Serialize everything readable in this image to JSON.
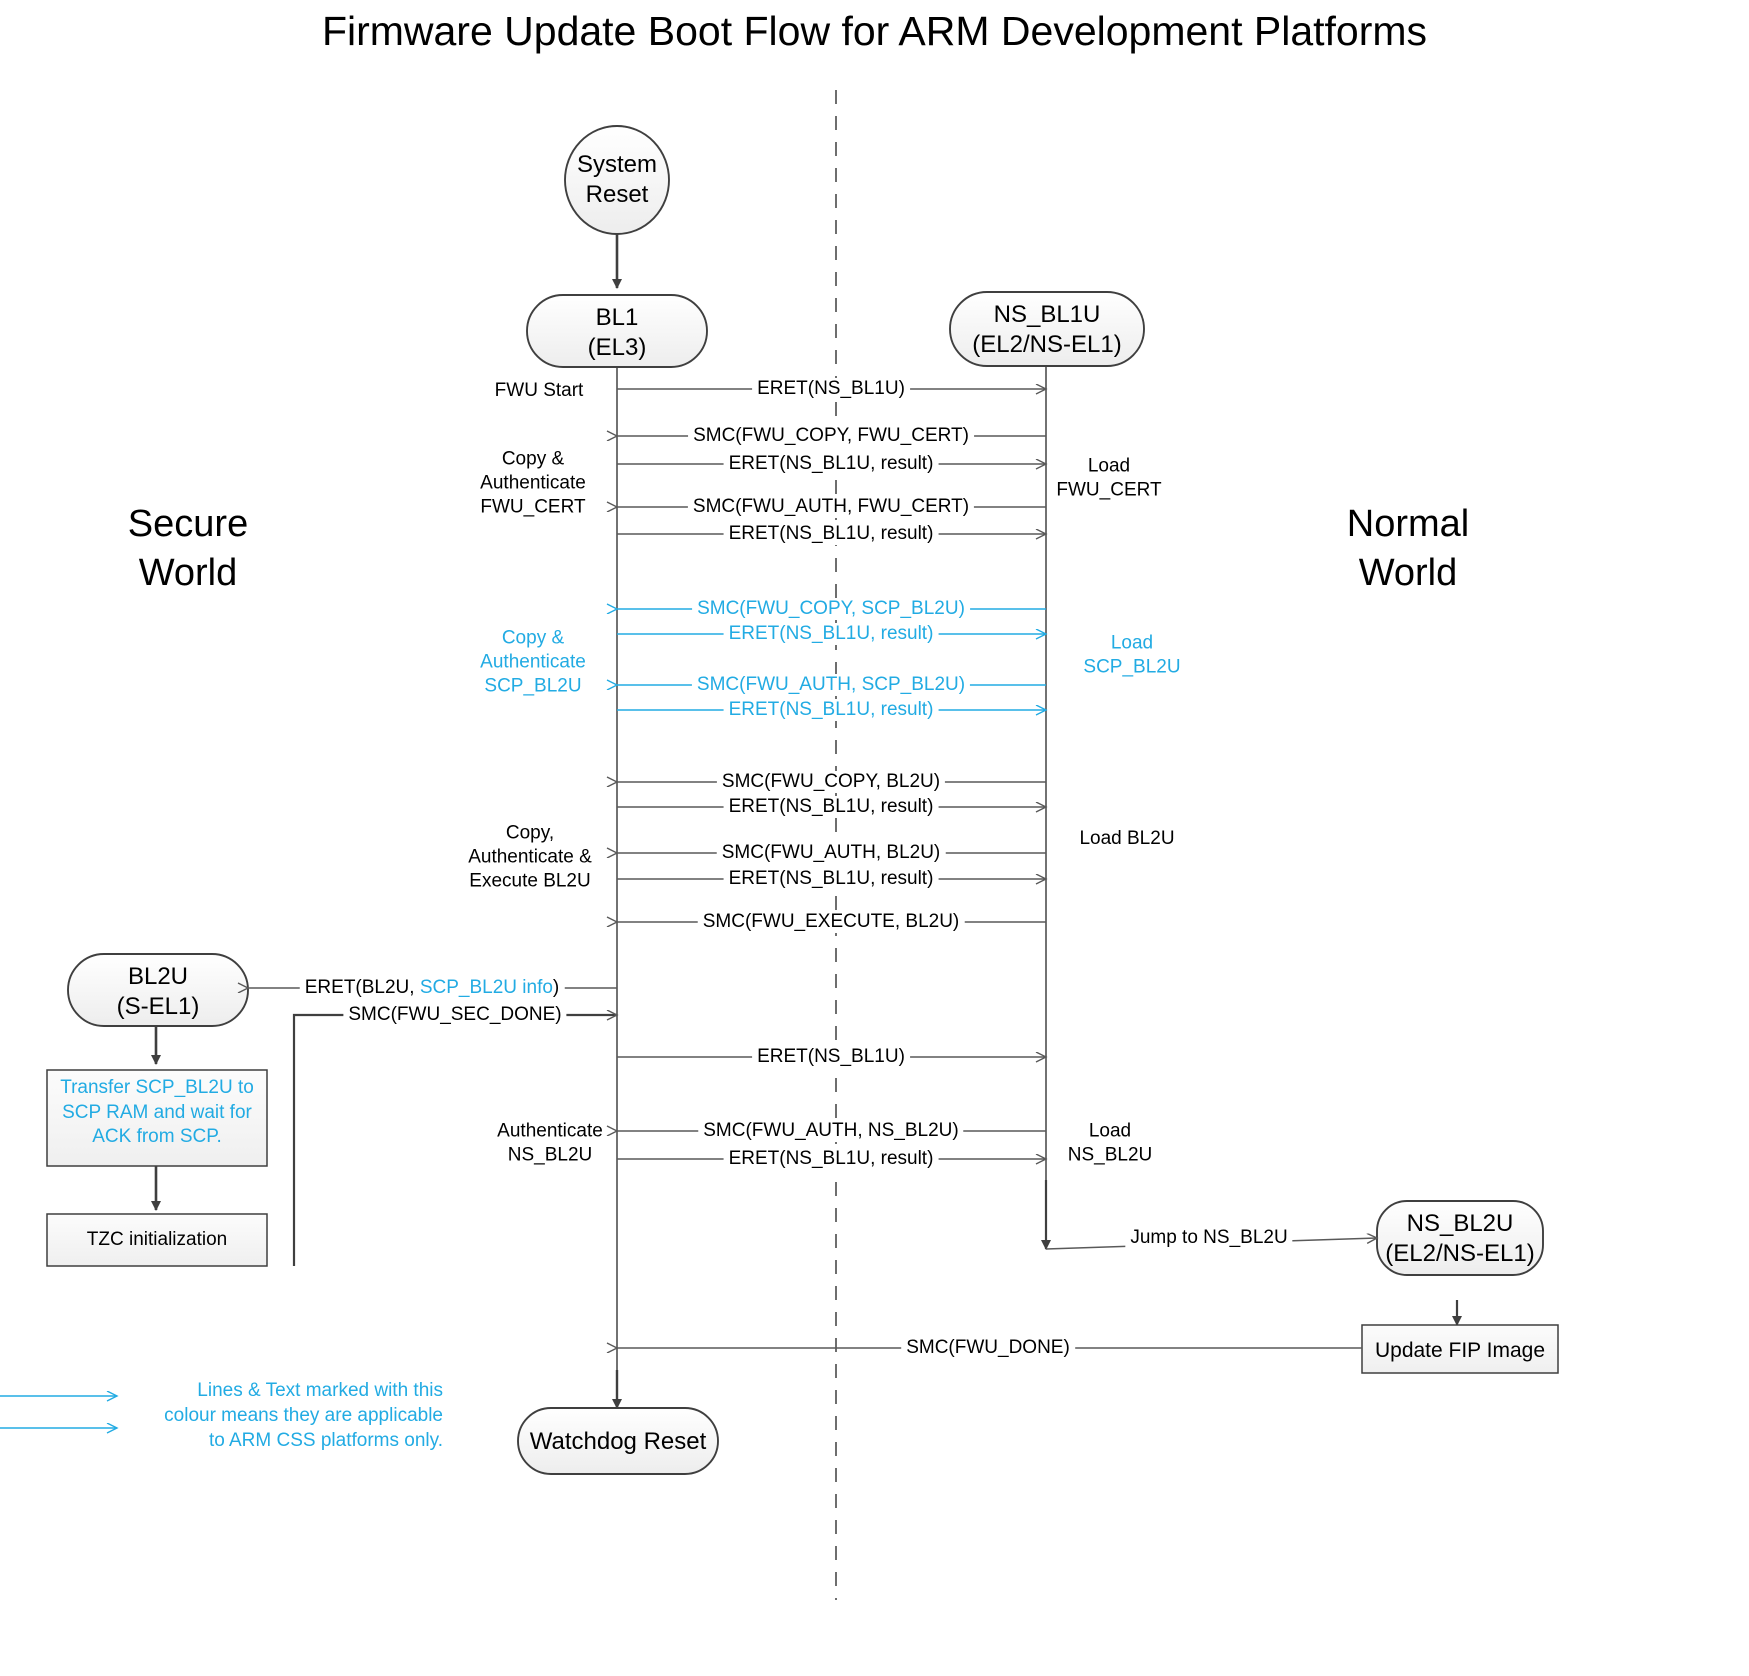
{
  "title": "Firmware Update Boot Flow for ARM Development Platforms",
  "worlds": {
    "secure": "Secure\nWorld",
    "normal": "Normal\nWorld"
  },
  "colors": {
    "css_cyan": "#22ABE3",
    "line": "#595959",
    "node_fill": "#f5f5f5",
    "node_stroke": "#3f3f3f",
    "text": "#000000"
  },
  "nodes": {
    "system_reset": {
      "line1": "System",
      "line2": "Reset"
    },
    "bl1": {
      "line1": "BL1",
      "line2": "(EL3)"
    },
    "ns_bl1u": {
      "line1": "NS_BL1U",
      "line2": "(EL2/NS-EL1)"
    },
    "bl2u": {
      "line1": "BL2U",
      "line2": "(S-EL1)"
    },
    "ns_bl2u": {
      "line1": "NS_BL2U",
      "line2": "(EL2/NS-EL1)"
    },
    "watchdog_reset": {
      "label": "Watchdog Reset"
    },
    "transfer_box": {
      "line1": "Transfer SCP_BL2U to",
      "line2": "SCP RAM and wait for",
      "line3": "ACK from SCP."
    },
    "tzc_box": {
      "label": "TZC initialization"
    },
    "update_fip_box": {
      "label": "Update FIP Image"
    }
  },
  "messages": [
    {
      "id": "m1",
      "label": "ERET(NS_BL1U)",
      "cyan": false
    },
    {
      "id": "m2",
      "label": "SMC(FWU_COPY, FWU_CERT)",
      "cyan": false
    },
    {
      "id": "m3",
      "label": "ERET(NS_BL1U, result)",
      "cyan": false
    },
    {
      "id": "m4",
      "label": "SMC(FWU_AUTH, FWU_CERT)",
      "cyan": false
    },
    {
      "id": "m5",
      "label": "ERET(NS_BL1U, result)",
      "cyan": false
    },
    {
      "id": "m6",
      "label": "SMC(FWU_COPY, SCP_BL2U)",
      "cyan": true
    },
    {
      "id": "m7",
      "label": "ERET(NS_BL1U, result)",
      "cyan": true
    },
    {
      "id": "m8",
      "label": "SMC(FWU_AUTH, SCP_BL2U)",
      "cyan": true
    },
    {
      "id": "m9",
      "label": "ERET(NS_BL1U, result)",
      "cyan": true
    },
    {
      "id": "m10",
      "label": "SMC(FWU_COPY, BL2U)",
      "cyan": false
    },
    {
      "id": "m11",
      "label": "ERET(NS_BL1U, result)",
      "cyan": false
    },
    {
      "id": "m12",
      "label": "SMC(FWU_AUTH, BL2U)",
      "cyan": false
    },
    {
      "id": "m13",
      "label": "ERET(NS_BL1U, result)",
      "cyan": false
    },
    {
      "id": "m14",
      "label": "SMC(FWU_EXECUTE, BL2U)",
      "cyan": false
    },
    {
      "id": "m15",
      "label_pre": "ERET(BL2U, ",
      "label_cyan": "SCP_BL2U info",
      "label_post": ")"
    },
    {
      "id": "m16",
      "label": "SMC(FWU_SEC_DONE)",
      "cyan": false
    },
    {
      "id": "m17",
      "label": "ERET(NS_BL1U)",
      "cyan": false
    },
    {
      "id": "m18",
      "label": "SMC(FWU_AUTH, NS_BL2U)",
      "cyan": false
    },
    {
      "id": "m19",
      "label": "ERET(NS_BL1U, result)",
      "cyan": false
    },
    {
      "id": "m20",
      "label": "Jump to NS_BL2U",
      "cyan": false
    },
    {
      "id": "m21",
      "label": "SMC(FWU_DONE)",
      "cyan": false
    }
  ],
  "left_labels": [
    {
      "id": "l1",
      "text": "FWU Start",
      "cyan": false
    },
    {
      "id": "l2",
      "text": "Copy &\nAuthenticate\nFWU_CERT",
      "cyan": false
    },
    {
      "id": "l3",
      "text": "Copy &\nAuthenticate\nSCP_BL2U",
      "cyan": true
    },
    {
      "id": "l4",
      "text": "Copy,\nAuthenticate &\nExecute BL2U",
      "cyan": false
    },
    {
      "id": "l5",
      "text": "Authenticate\nNS_BL2U",
      "cyan": false
    }
  ],
  "right_labels": [
    {
      "id": "r1",
      "text": "Load\nFWU_CERT",
      "cyan": false
    },
    {
      "id": "r2",
      "text": "Load\nSCP_BL2U",
      "cyan": true
    },
    {
      "id": "r3",
      "text": "Load BL2U",
      "cyan": false
    },
    {
      "id": "r4",
      "text": "Load\nNS_BL2U",
      "cyan": false
    }
  ],
  "legend": {
    "line1": "Lines & Text marked with this",
    "line2": "colour means they are applicable",
    "line3": "to ARM CSS platforms only."
  }
}
